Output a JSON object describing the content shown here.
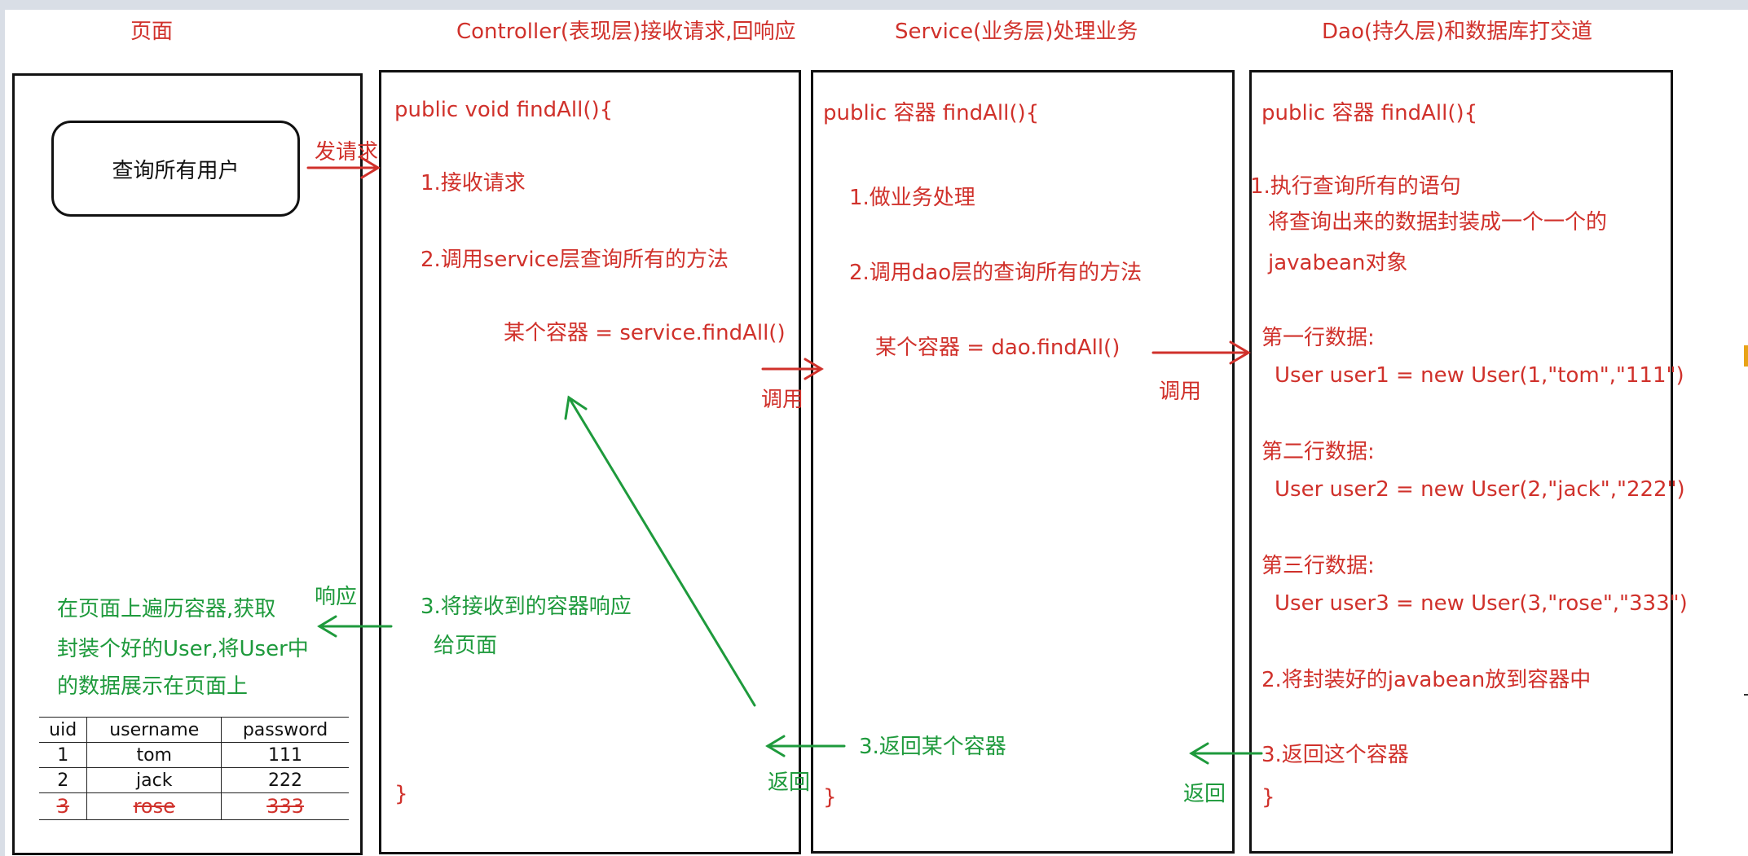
{
  "headers": {
    "page": "页面",
    "controller": "Controller(表现层)接收请求,回响应",
    "service": "Service(业务层)处理业务",
    "dao": "Dao(持久层)和数据库打交道"
  },
  "page_box": {
    "button_label": "查询所有用户",
    "send_request": "发请求",
    "respond_label": "响应",
    "note_lines": [
      "在页面上遍历容器,获取",
      "封装个好的User,将User中",
      "的数据展示在页面上"
    ],
    "table": {
      "columns": [
        "uid",
        "username",
        "password"
      ],
      "rows": [
        [
          "1",
          "tom",
          "111"
        ],
        [
          "2",
          "jack",
          "222"
        ]
      ],
      "struck_row": [
        "3",
        "rose",
        "333"
      ]
    }
  },
  "controller": {
    "signature": "public void findAll(){",
    "step1": "1.接收请求",
    "step2": "2.调用service层查询所有的方法",
    "call_line": "某个容器 = service.findAll()",
    "call_label": "调用",
    "step3_line1": "3.将接收到的容器响应",
    "step3_line2": "给页面",
    "return_label": "返回",
    "close_brace": "}"
  },
  "service": {
    "signature": "public    容器   findAll(){",
    "step1": "1.做业务处理",
    "step2": "2.调用dao层的查询所有的方法",
    "call_line": "某个容器 = dao.findAll()",
    "call_label": "调用",
    "step3": "3.返回某个容器",
    "return_label": "返回",
    "close_brace": "}"
  },
  "dao": {
    "signature": "public   容器   findAll(){",
    "step1_line1": "1.执行查询所有的语句",
    "step1_line2": "将查询出来的数据封装成一个一个的",
    "step1_line3": "javabean对象",
    "row1_title": "第一行数据:",
    "row1_code": "User user1 = new User(1,\"tom\",\"111\")",
    "row2_title": "第二行数据:",
    "row2_code": "User user2 = new User(2,\"jack\",\"222\")",
    "row3_title": "第三行数据:",
    "row3_code": "User user3 = new User(3,\"rose\",\"333\")",
    "step2": "2.将封装好的javabean放到容器中",
    "step3": "3.返回这个容器",
    "close_brace": "}"
  },
  "colors": {
    "red": "#d0312b",
    "green": "#1e9a3c",
    "black": "#111111"
  }
}
